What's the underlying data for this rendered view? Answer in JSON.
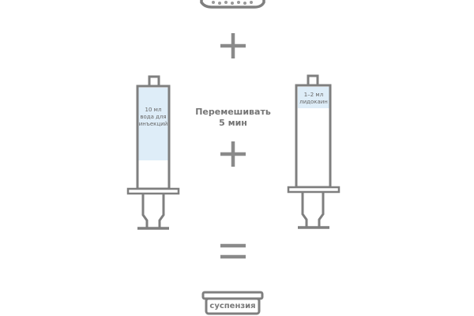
{
  "diagram": {
    "syringe_left": {
      "label": "10 мл\nвода для\nинъекций"
    },
    "syringe_right": {
      "label": "1–2 мл\nлидокаин"
    },
    "mix_instruction": "Перемешивать\n5 мин",
    "result": {
      "label": "суспензия"
    },
    "colors": {
      "stroke": "#7f7f7f",
      "liquid": "#deedf8"
    }
  }
}
